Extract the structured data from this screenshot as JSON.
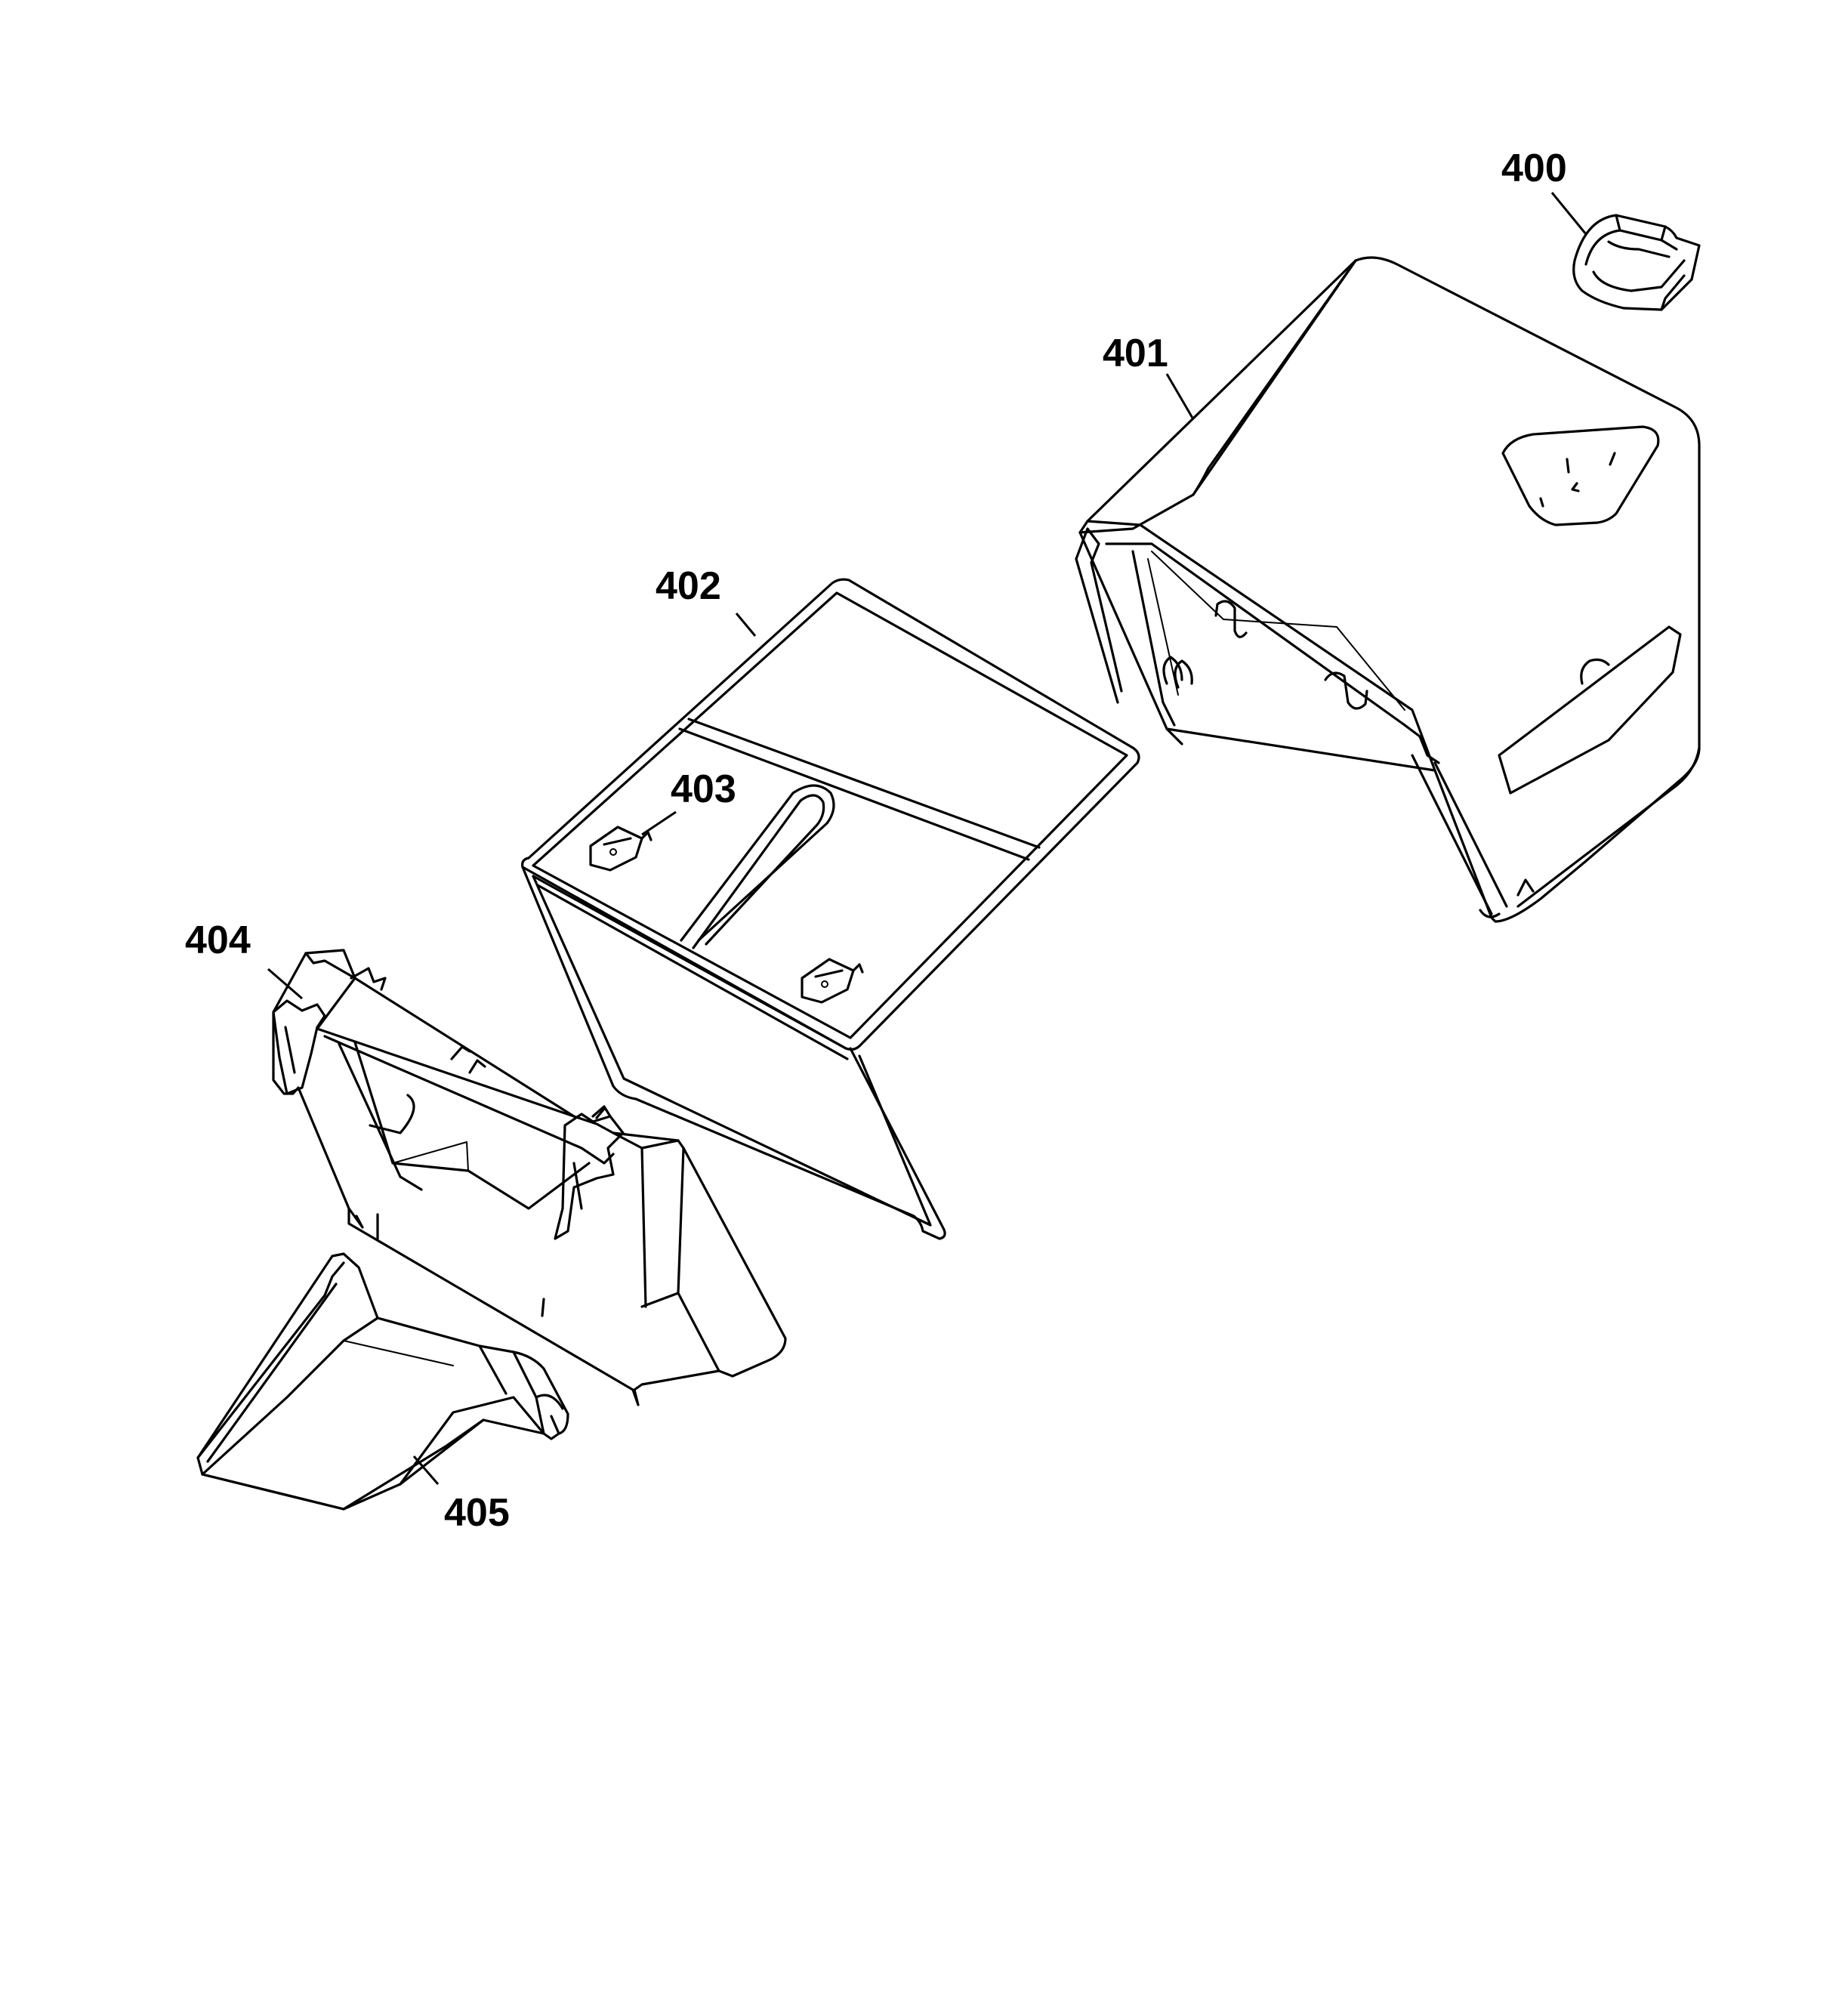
{
  "colors": {
    "background": "#ffffff",
    "lines": "#000000"
  },
  "parts": [
    {
      "id": "part-400",
      "label": "400",
      "description_icon": "grass-bag-handle-cap"
    },
    {
      "id": "part-401",
      "label": "401",
      "description_icon": "grass-bag-top-cover"
    },
    {
      "id": "part-402",
      "label": "402",
      "description_icon": "grass-bag-frame"
    },
    {
      "id": "part-403",
      "label": "403",
      "description_icon": "frame-clip"
    },
    {
      "id": "part-404",
      "label": "404",
      "description_icon": "grass-bag-bottom"
    },
    {
      "id": "part-405",
      "label": "405",
      "description_icon": "chute-flap"
    }
  ]
}
